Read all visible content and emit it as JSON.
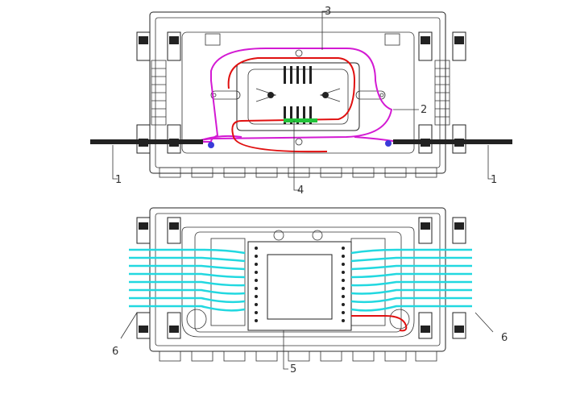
{
  "callouts": {
    "top_cable_left": "1",
    "top_cable_right": "1",
    "splice_tray_loop": "2",
    "fiber_route": "3",
    "splice_protector": "4",
    "adapter_panel": "5",
    "drop_cables_left": "6",
    "drop_cables_right": "6"
  },
  "colors": {
    "outline": "#222222",
    "cable": "#111111",
    "loop_fiber": "#d31ad3",
    "route_fiber": "#e01010",
    "splice_sleeve": "#22c23a",
    "drop_cables": "#22d8e0",
    "clamp": "#3a3ad8"
  }
}
